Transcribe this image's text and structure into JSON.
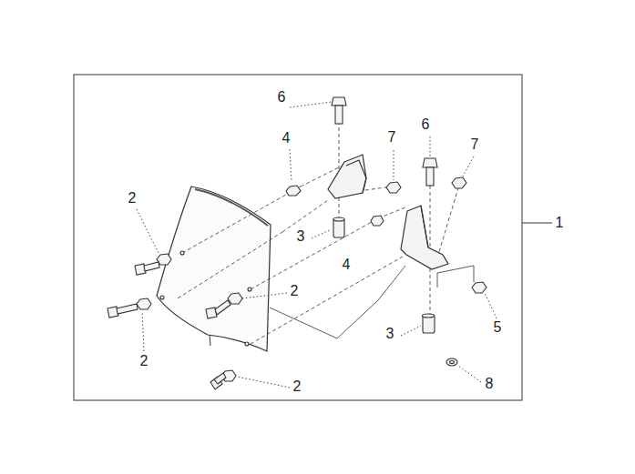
{
  "diagram": {
    "labels": [
      "6",
      "4",
      "7",
      "6",
      "7",
      "2",
      "1",
      "3",
      "4",
      "2",
      "3",
      "5",
      "2",
      "8",
      "2"
    ]
  }
}
